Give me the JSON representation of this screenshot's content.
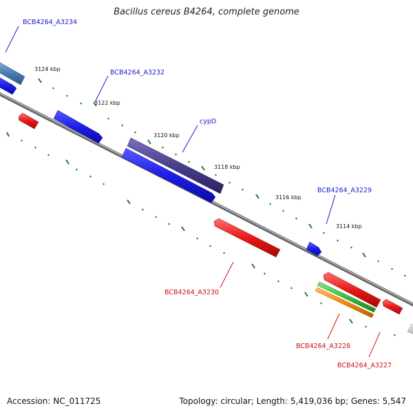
{
  "title": "Bacillus cereus B4264, complete genome",
  "footer": {
    "accession": "Accession: NC_011725",
    "summary": "Topology: circular; Length: 5,419,036 bp; Genes: 5,547"
  },
  "colors": {
    "backbone": "#808080",
    "tick": "#1a7a1a",
    "label_forward": "#1a1acc",
    "label_reverse": "#cc1111",
    "cds_blue": "#1e1ee8",
    "cds_steel": "#4a7fb0",
    "cds_purple": "#4a3f8c",
    "cds_red": "#e81818",
    "rna_green": "#3bbf3b",
    "rna_orange": "#f08a10"
  },
  "ticks": {
    "t3124": "3124 kbp",
    "t3122": "3122 kbp",
    "t3120": "3120 kbp",
    "t3118": "3118 kbp",
    "t3116": "3116 kbp",
    "t3114": "3114 kbp"
  },
  "genes": {
    "a3234": {
      "label": "BCB4264_A3234",
      "strand": "forward",
      "color": "steel"
    },
    "a3232": {
      "label": "BCB4264_A3232",
      "strand": "forward",
      "color": "blue"
    },
    "cypd": {
      "label": "cypD",
      "strand": "forward",
      "color": "purple"
    },
    "a3229": {
      "label": "BCB4264_A3229",
      "strand": "forward",
      "color": "blue"
    },
    "a3230": {
      "label": "BCB4264_A3230",
      "strand": "reverse",
      "color": "red"
    },
    "a3228": {
      "label": "BCB4264_A3228",
      "strand": "reverse",
      "color": "red"
    },
    "a3227": {
      "label": "BCB4264_A3227",
      "strand": "reverse",
      "color": "red"
    }
  }
}
